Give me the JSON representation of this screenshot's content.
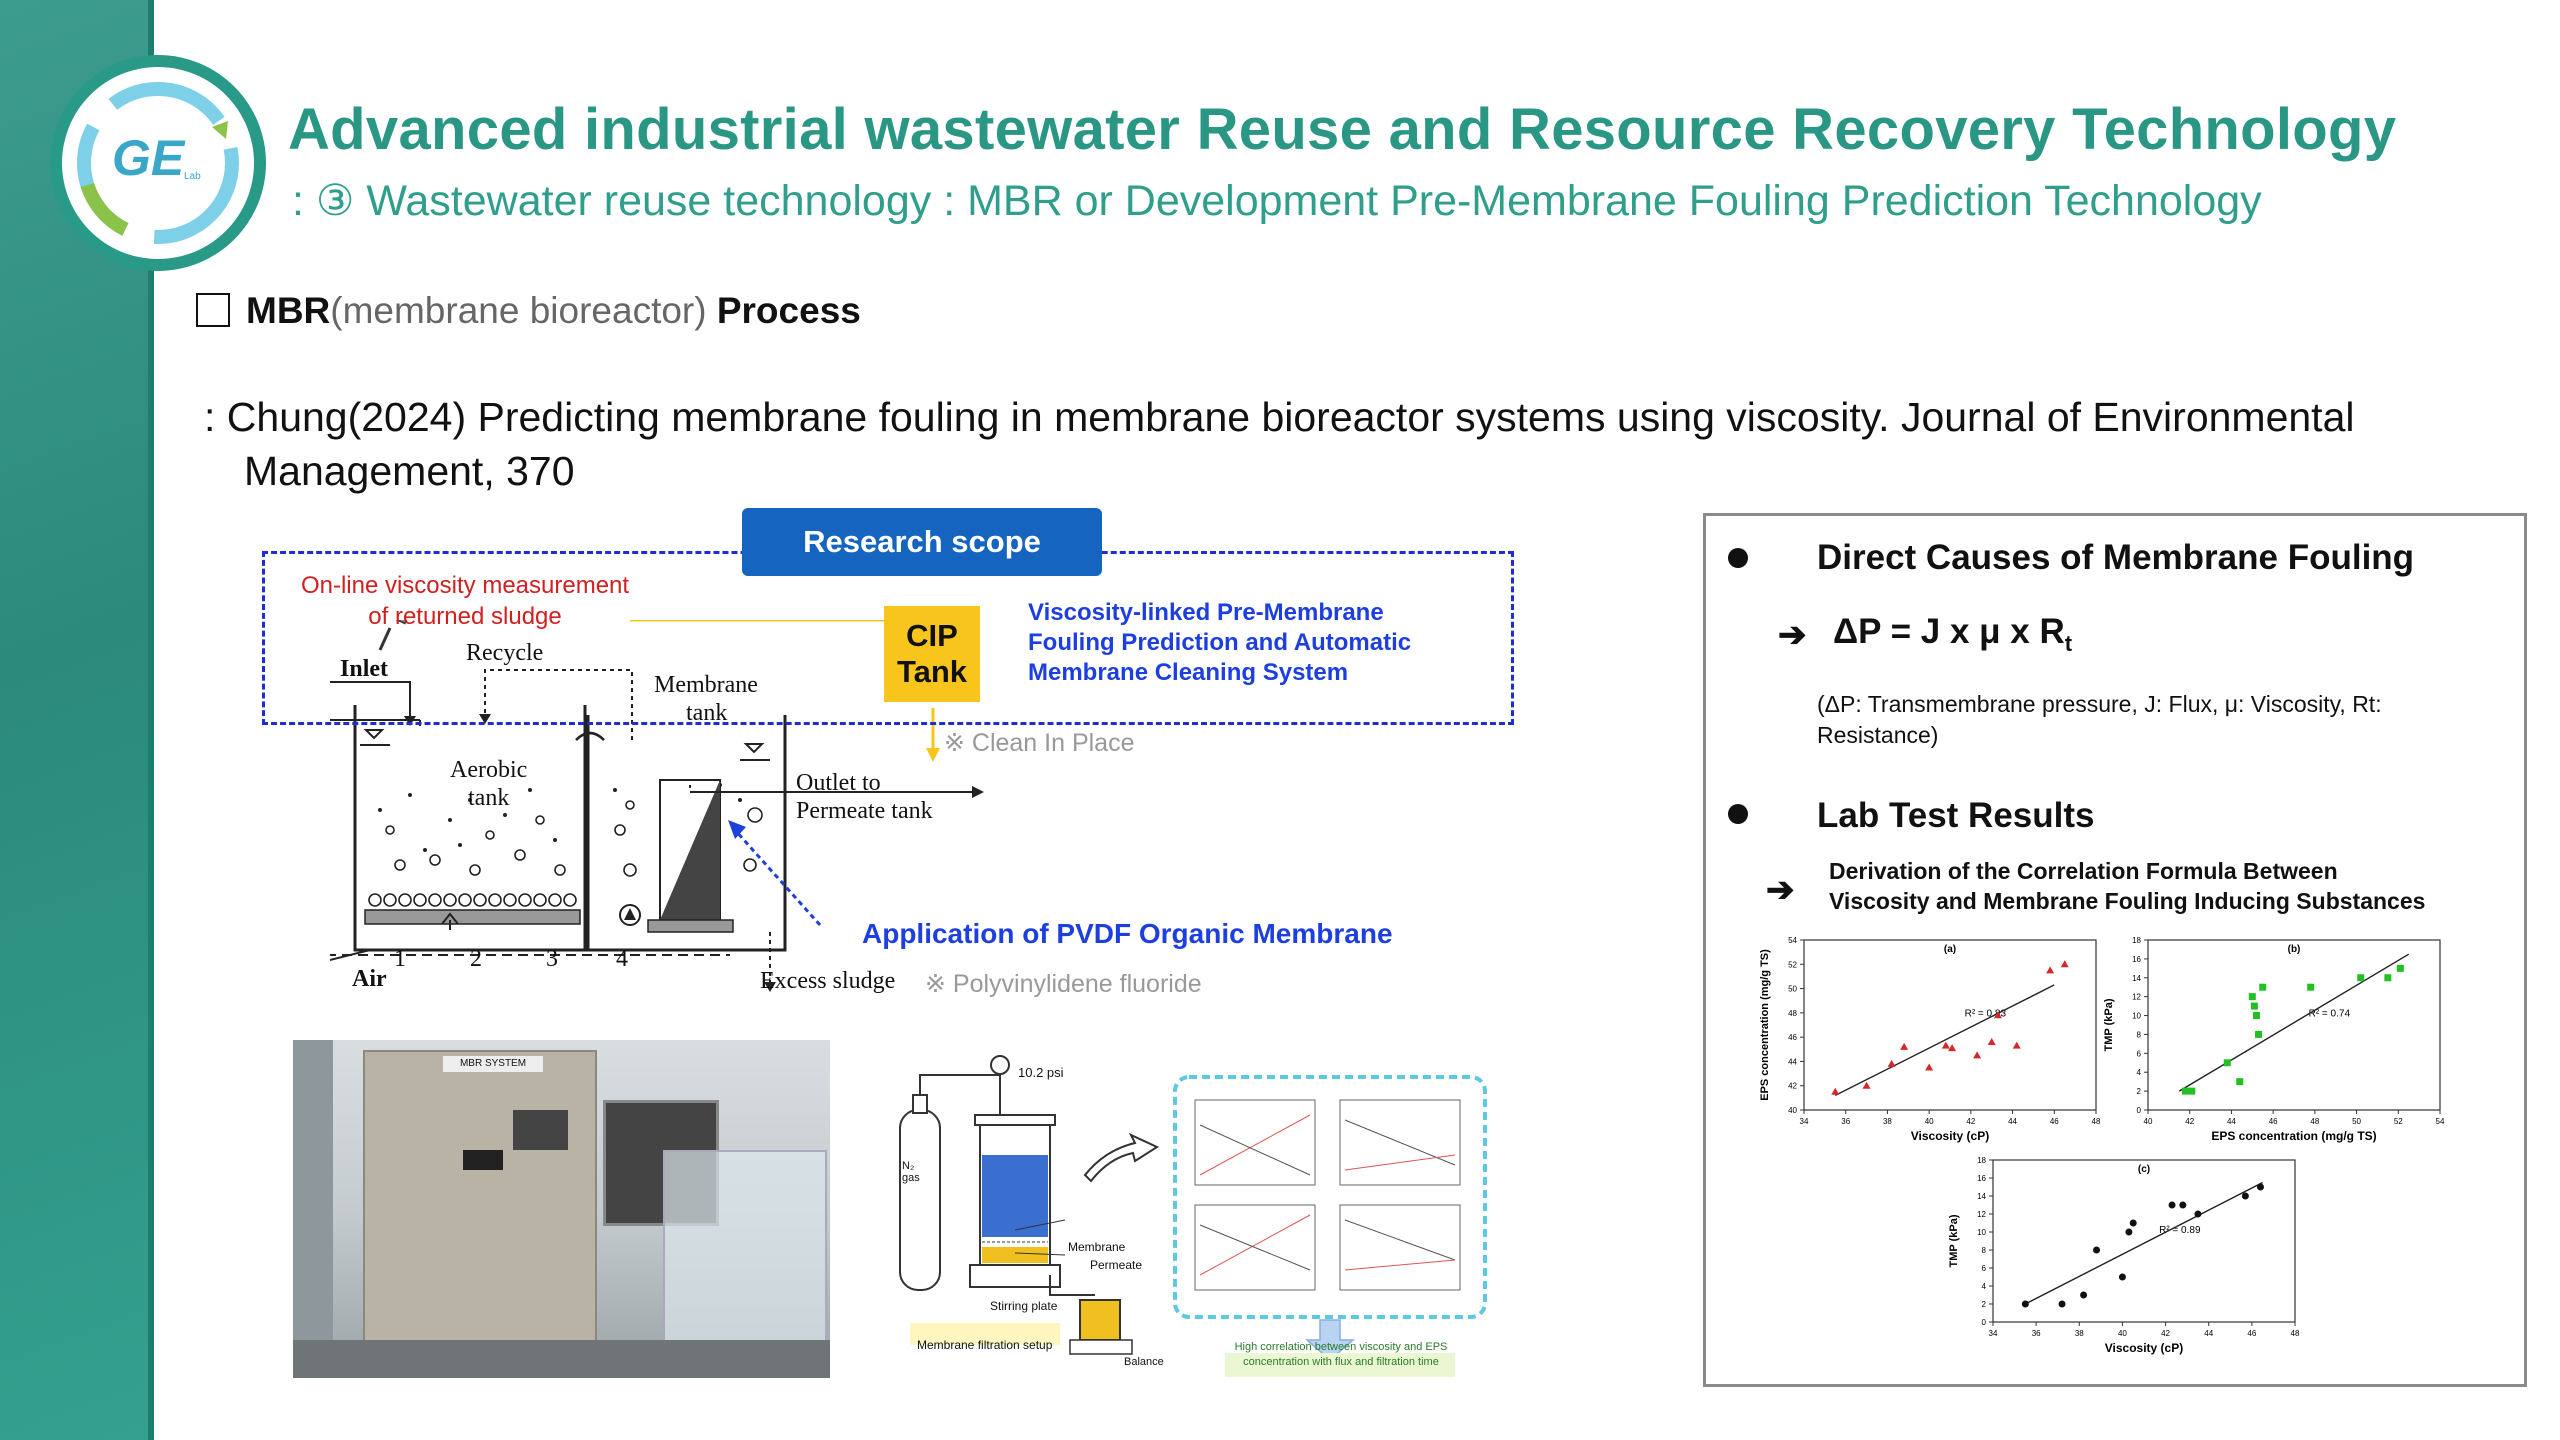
{
  "header": {
    "logo_text": "GE",
    "logo_small": "Lab",
    "title": "Advanced industrial wastewater Reuse and Resource Recovery Technology",
    "subtitle": ": ③ Wastewater reuse technology : MBR or Development Pre-Membrane Fouling Prediction Technology"
  },
  "section": {
    "bold_a": "MBR",
    "light": "(membrane bioreactor)",
    "bold_b": "Process"
  },
  "reference": {
    "line1": ": Chung(2024) Predicting membrane fouling in membrane bioreactor systems using viscosity. Journal of Environmental",
    "line2": "Management, 370"
  },
  "diagram": {
    "scope_badge": "Research scope",
    "online_label": "On-line viscosity measurement of returned sludge",
    "system_label_1": "Viscosity-linked Pre-Membrane",
    "system_label_2": "Fouling Prediction and Automatic",
    "system_label_3": "Membrane Cleaning System",
    "cip_1": "CIP",
    "cip_2": "Tank",
    "clean_note": "※ Clean In Place",
    "pvdf_label": "Application of PVDF Organic Membrane",
    "poly_note": "※ Polyvinylidene fluoride",
    "inlet": "Inlet",
    "recycle": "Recycle",
    "membrane_tank_1": "Membrane",
    "membrane_tank_2": "tank",
    "aerobic_1": "Aerobic",
    "aerobic_2": "tank",
    "outlet_1": "Outlet to",
    "outlet_2": "Permeate tank",
    "air": "Air",
    "excess": "Excess sludge",
    "n1": "1",
    "n2": "2",
    "n3": "3",
    "n4": "4"
  },
  "photo": {
    "sign": "MBR SYSTEM"
  },
  "setup": {
    "psi": "10.2 psi",
    "n2": "N₂ gas",
    "membrane": "Membrane",
    "permeate": "Permeate",
    "stirring": "Stirring plate",
    "balance": "Balance",
    "setup_label": "Membrane filtration setup",
    "corr_label_1": "High correlation between viscosity and EPS",
    "corr_label_2": "concentration with flux and filtration time"
  },
  "findings": {
    "h1": "Direct Causes of Membrane Fouling",
    "equation": "ΔP = J x μ x R",
    "equation_sub": "t",
    "note": "(ΔP: Transmembrane pressure, J: Flux, μ: Viscosity, Rt: Resistance)",
    "h2": "Lab Test Results",
    "deriv_1": "Derivation of the Correlation Formula Between",
    "deriv_2": "Viscosity and Membrane Fouling Inducing Substances"
  },
  "chart_data": [
    {
      "type": "scatter",
      "panel": "(a)",
      "xlabel": "Viscosity (cP)",
      "ylabel": "EPS concentration (mg/g TS)",
      "xlim": [
        34,
        48
      ],
      "ylim": [
        40,
        54
      ],
      "xticks": [
        34,
        36,
        38,
        40,
        42,
        44,
        46,
        48
      ],
      "yticks": [
        40,
        42,
        44,
        46,
        48,
        50,
        52,
        54
      ],
      "annotation": "R² = 0.83",
      "marker": "triangle",
      "color": "#d62828",
      "x": [
        35.5,
        37.0,
        38.2,
        38.8,
        40.0,
        40.8,
        41.1,
        42.3,
        43.0,
        43.3,
        44.2,
        45.8,
        46.5
      ],
      "y": [
        41.5,
        42.0,
        43.8,
        45.2,
        43.5,
        45.3,
        45.1,
        44.5,
        45.6,
        47.8,
        45.3,
        51.5,
        52.0
      ],
      "trend": [
        [
          35.5,
          41.2
        ],
        [
          46.0,
          50.3
        ]
      ]
    },
    {
      "type": "scatter",
      "panel": "(b)",
      "xlabel": "EPS concentration (mg/g TS)",
      "ylabel": "TMP (kPa)",
      "xlim": [
        40,
        54
      ],
      "ylim": [
        0,
        18
      ],
      "xticks": [
        40,
        42,
        44,
        46,
        48,
        50,
        52,
        54
      ],
      "yticks": [
        0,
        2,
        4,
        6,
        8,
        10,
        12,
        14,
        16,
        18
      ],
      "annotation": "R² = 0.74",
      "marker": "square",
      "color": "#22c022",
      "x": [
        41.8,
        42.1,
        43.8,
        44.4,
        45.0,
        45.1,
        45.2,
        45.3,
        45.5,
        47.8,
        50.2,
        51.5,
        52.1
      ],
      "y": [
        2.0,
        2.0,
        5.0,
        3.0,
        12.0,
        11.0,
        10.0,
        8.0,
        13.0,
        13.0,
        14.0,
        14.0,
        15.0
      ],
      "trend": [
        [
          41.5,
          2.0
        ],
        [
          52.5,
          16.5
        ]
      ]
    },
    {
      "type": "scatter",
      "panel": "(c)",
      "xlabel": "Viscosity (cP)",
      "ylabel": "TMP (kPa)",
      "xlim": [
        34,
        48
      ],
      "ylim": [
        0,
        18
      ],
      "xticks": [
        34,
        36,
        38,
        40,
        42,
        44,
        46,
        48
      ],
      "yticks": [
        0,
        2,
        4,
        6,
        8,
        10,
        12,
        14,
        16,
        18
      ],
      "annotation": "R² = 0.89",
      "marker": "circle",
      "color": "#111111",
      "x": [
        35.5,
        37.2,
        38.2,
        38.8,
        40.0,
        40.3,
        40.5,
        42.3,
        42.8,
        43.5,
        45.7,
        46.4
      ],
      "y": [
        2.0,
        2.0,
        3.0,
        8.0,
        5.0,
        10.0,
        11.0,
        13.0,
        13.0,
        12.0,
        14.0,
        15.0
      ],
      "trend": [
        [
          35.5,
          2.0
        ],
        [
          46.5,
          15.5
        ]
      ]
    }
  ]
}
